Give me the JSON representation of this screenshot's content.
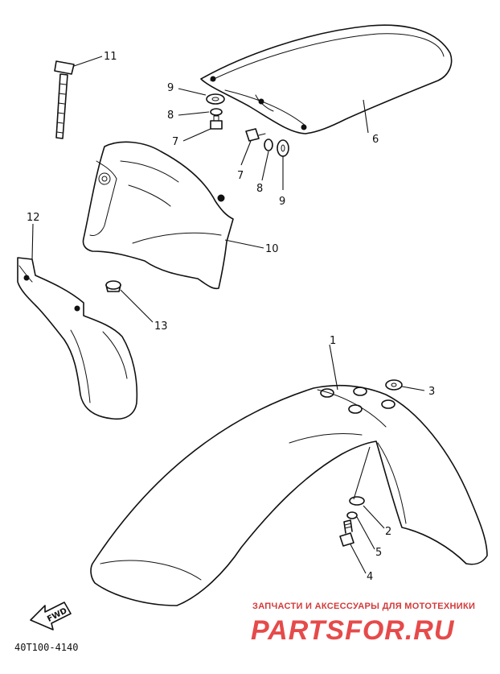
{
  "diagram": {
    "callouts": {
      "c1": "1",
      "c2": "2",
      "c3": "3",
      "c4": "4",
      "c5": "5",
      "c6": "6",
      "c7a": "7",
      "c7b": "7",
      "c8a": "8",
      "c8b": "8",
      "c9a": "9",
      "c9b": "9",
      "c10": "10",
      "c11": "11",
      "c12": "12",
      "c13": "13"
    },
    "fwd_label": "FWD",
    "drawing_code": "40T100-4140"
  },
  "watermark": {
    "top_text": "ЗАПЧАСТИ И АКСЕССУАРЫ ДЛЯ МОТОТЕХНИКИ",
    "logo_text": "PARTSFOR.RU",
    "color": "#e64a4a"
  }
}
